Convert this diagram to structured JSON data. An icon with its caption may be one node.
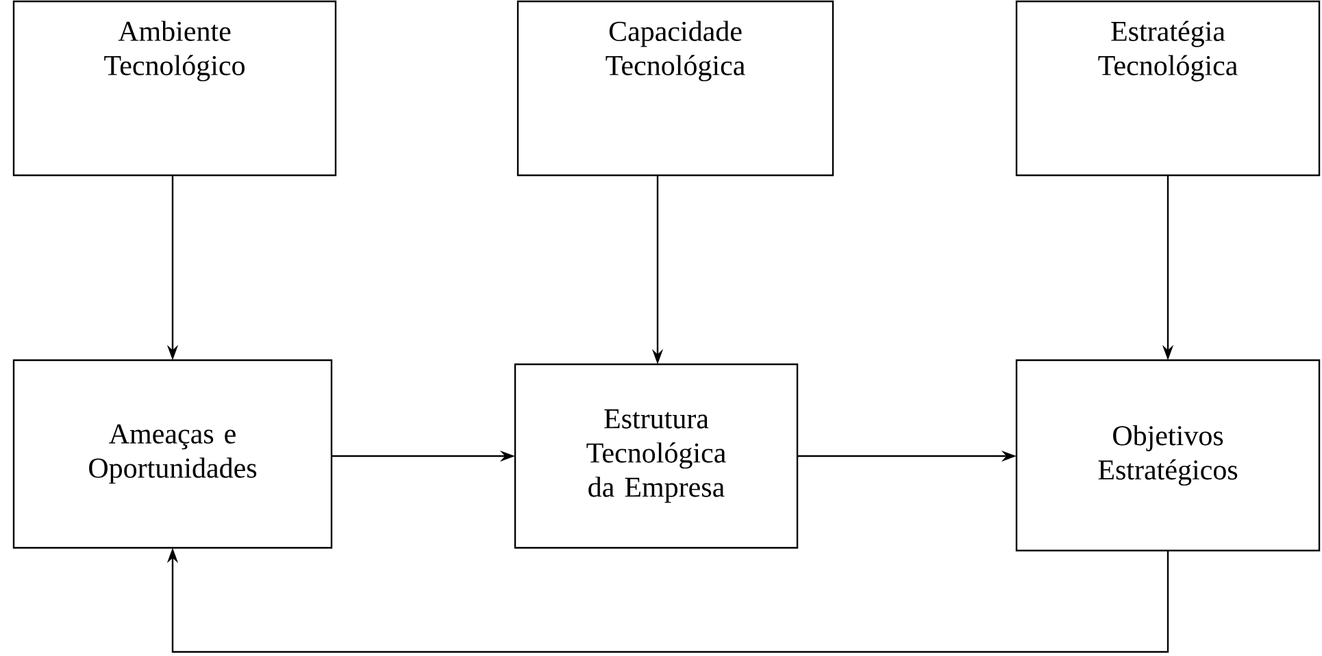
{
  "diagram": {
    "nodes": [
      {
        "text": [
          "Ambiente Tecnológico"
        ]
      },
      {
        "text": [
          "Capacidade Tecnológica"
        ]
      },
      {
        "text": [
          "Estratégia Tecnológica"
        ]
      },
      {
        "text": [
          "Ameaças e Oportunidades"
        ]
      },
      {
        "text": [
          "Estrutura Tecnológica da Empresa"
        ]
      },
      {
        "text": [
          "Objetivos Estratégicos"
        ]
      }
    ],
    "edges": [
      {
        "from": 0,
        "to": 3,
        "arrow": "to"
      },
      {
        "from": 1,
        "to": 4,
        "arrow": "to"
      },
      {
        "from": 2,
        "to": 5,
        "arrow": "to"
      },
      {
        "from": 3,
        "to": 4,
        "arrow": "to"
      },
      {
        "from": 4,
        "to": 5,
        "arrow": "to"
      },
      {
        "from": 5,
        "to": 3,
        "arrow": "to"
      }
    ]
  }
}
